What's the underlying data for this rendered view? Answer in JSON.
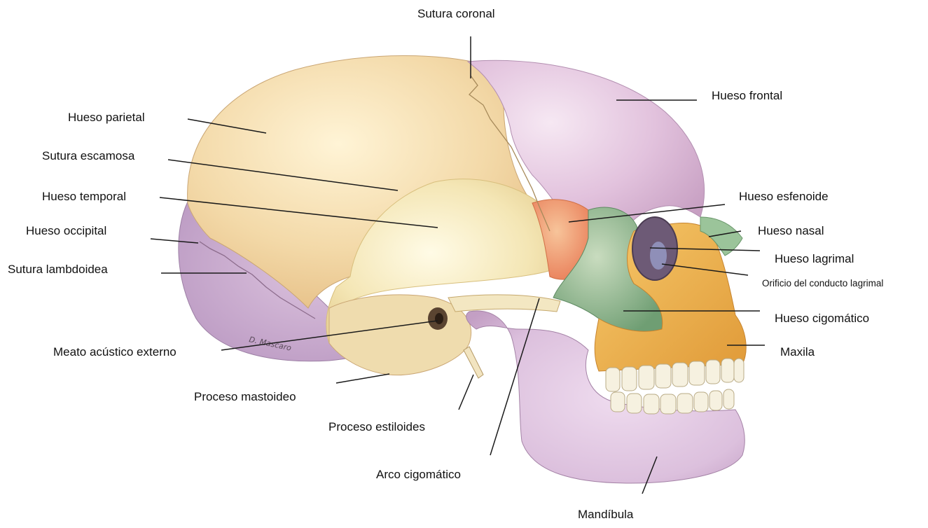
{
  "signature": "D. Mascaro",
  "colors": {
    "parietal": "#f3d9a8",
    "frontal": "#e2c2dd",
    "temporal": "#f4e6b5",
    "occipital": "#cbb0d0",
    "sphenoid": "#f1a070",
    "zygomatic": "#8fb78f",
    "maxilla": "#f0b24a",
    "mandible": "#dcc0dd",
    "teeth": "#f6f1e0",
    "leader": "#1a1a1a"
  },
  "labels": {
    "sutura_coronal": "Sutura coronal",
    "hueso_frontal": "Hueso frontal",
    "hueso_parietal": "Hueso parietal",
    "sutura_escamosa": "Sutura escamosa",
    "hueso_temporal": "Hueso temporal",
    "hueso_occipital": "Hueso occipital",
    "sutura_lambdoidea": "Sutura lambdoidea",
    "hueso_esfenoide": "Hueso esfenoide",
    "hueso_nasal": "Hueso nasal",
    "hueso_lagrimal": "Hueso lagrimal",
    "orificio_conducto_lagrimal": "Orificio del conducto lagrimal",
    "hueso_cigomatico": "Hueso cigomático",
    "maxila": "Maxila",
    "meato_acustico_externo": "Meato acústico externo",
    "proceso_mastoideo": "Proceso mastoideo",
    "proceso_estiloides": "Proceso estiloides",
    "arco_cigomatico": "Arco cigomático",
    "mandibula": "Mandíbula"
  }
}
